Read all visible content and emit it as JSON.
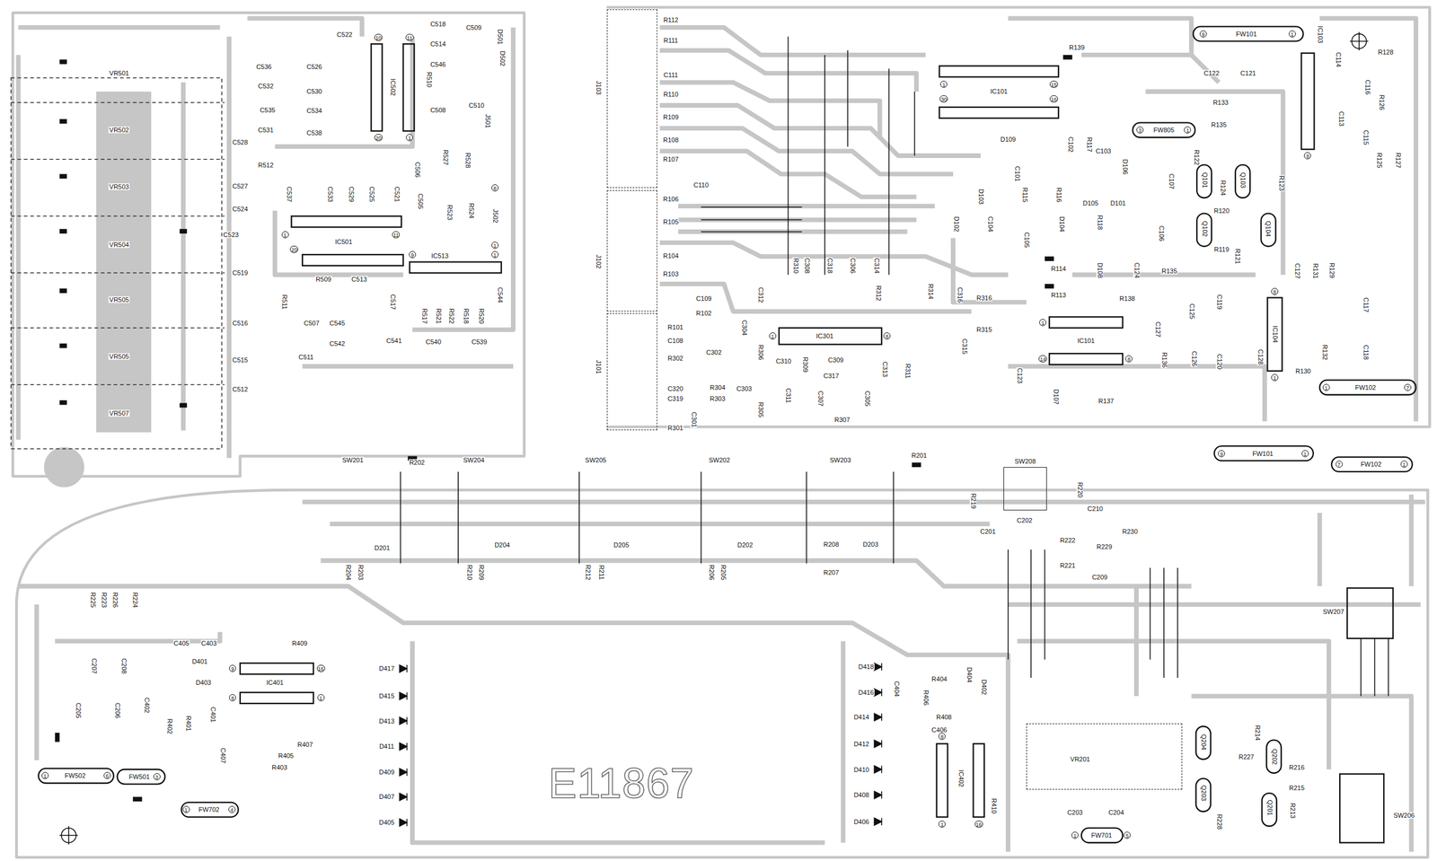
{
  "diagram": {
    "nodes": [
      {
        "text": [
          "J103"
        ]
      },
      {
        "text": [
          "J102"
        ]
      },
      {
        "text": [
          "J101"
        ]
      },
      {
        "text": [
          "SW208"
        ]
      },
      {
        "text": [
          "VR201"
        ]
      }
    ],
    "labels": [
      "VR501",
      "VR502",
      "VR503",
      "VR504",
      "VR505",
      "VR505",
      "VR507",
      "C536",
      "C532",
      "C535",
      "C531",
      "C528",
      "R512",
      "C527",
      "C524",
      "C523",
      "C519",
      "C516",
      "C515",
      "C512",
      "C522",
      "C526",
      "C530",
      "C534",
      "C538",
      "IC502",
      "C518",
      "C514",
      "C546",
      "C509",
      "D501",
      "D502",
      "R510",
      "C508",
      "C510",
      "J501",
      "C506",
      "R527",
      "R528",
      "C505",
      "R523",
      "R524",
      "J502",
      "C537",
      "C533",
      "C529",
      "C525",
      "C521",
      "IC501",
      "IC513",
      "R509",
      "C513",
      "R511",
      "C507",
      "C545",
      "C517",
      "R517",
      "R521",
      "R522",
      "R518",
      "R520",
      "C544",
      "C511",
      "C542",
      "C541",
      "C540",
      "C539",
      "R112",
      "R111",
      "C111",
      "R110",
      "R109",
      "R108",
      "R107",
      "R106",
      "R105",
      "R104",
      "R103",
      "R101",
      "C108",
      "R302",
      "C320",
      "C319",
      "R301",
      "C301",
      "C110",
      "C109",
      "R102",
      "C304",
      "C302",
      "R306",
      "R304",
      "C303",
      "R303",
      "R305",
      "C311",
      "C310",
      "R309",
      "C317",
      "C309",
      "C307",
      "C305",
      "R307",
      "C313",
      "R311",
      "IC301",
      "R310",
      "C308",
      "C318",
      "C306",
      "C314",
      "C312",
      "R312",
      "R314",
      "C316",
      "R316",
      "R315",
      "C315",
      "IC101",
      "R139",
      "D109",
      "C102",
      "R117",
      "C103",
      "D106",
      "C101",
      "R115",
      "R116",
      "D103",
      "D102",
      "C104",
      "C105",
      "D104",
      "D105",
      "R118",
      "D101",
      "R114",
      "D108",
      "C124",
      "R113",
      "R138",
      "R135",
      "C125",
      "C127",
      "R136",
      "C126",
      "C123",
      "D107",
      "R137",
      "IC101",
      "FW101",
      "IC103",
      "C122",
      "C121",
      "R133",
      "R135",
      "FW805",
      "R122",
      "C107",
      "Q101",
      "R124",
      "Q103",
      "R123",
      "C106",
      "R120",
      "Q102",
      "Q104",
      "R119",
      "R121",
      "C114",
      "C116",
      "R128",
      "R126",
      "C113",
      "C115",
      "R125",
      "R127",
      "C127",
      "R131",
      "R129",
      "C117",
      "C119",
      "C120",
      "C128",
      "IC104",
      "R132",
      "C118",
      "R130",
      "FW102",
      "SW201",
      "R202",
      "SW204",
      "SW205",
      "SW202",
      "SW203",
      "R201",
      "R204",
      "R203",
      "D201",
      "D204",
      "R210",
      "R209",
      "D205",
      "R212",
      "R211",
      "D202",
      "R206",
      "R205",
      "R208",
      "D203",
      "R207",
      "R219",
      "R220",
      "C201",
      "C202",
      "C210",
      "R222",
      "R230",
      "R229",
      "R221",
      "C209",
      "FW101",
      "FW102",
      "SW207",
      "R225",
      "R223",
      "R226",
      "R224",
      "C207",
      "C208",
      "C205",
      "C206",
      "FW502",
      "FW501",
      "FW702",
      "C405",
      "C403",
      "D401",
      "D403",
      "C402",
      "R402",
      "R401",
      "C401",
      "C407",
      "IC401",
      "R409",
      "R407",
      "R405",
      "R403",
      "D417",
      "D415",
      "D413",
      "D411",
      "D409",
      "D407",
      "D405",
      "D418",
      "D416",
      "C404",
      "R404",
      "R406",
      "D404",
      "D402",
      "R408",
      "C406",
      "D414",
      "D412",
      "D410",
      "D408",
      "D406",
      "IC402",
      "R410",
      "C203",
      "C204",
      "FW701",
      "Q204",
      "R214",
      "R227",
      "Q202",
      "R216",
      "R215",
      "Q203",
      "R228",
      "Q201",
      "R213",
      "SW206",
      "E11867",
      "10",
      "11",
      "20",
      "1",
      "1",
      "20",
      "11",
      "9",
      "1",
      "8",
      "1",
      "1",
      "15",
      "30",
      "16",
      "1",
      "8",
      "1",
      "14",
      "8",
      "9",
      "1",
      "8",
      "3",
      "1",
      "8",
      "1",
      "1",
      "7",
      "9",
      "1",
      "7",
      "1",
      "9",
      "16",
      "8",
      "1",
      "8",
      "16",
      "1",
      "1",
      "6",
      "3",
      "1",
      "4",
      "1",
      "5"
    ]
  }
}
